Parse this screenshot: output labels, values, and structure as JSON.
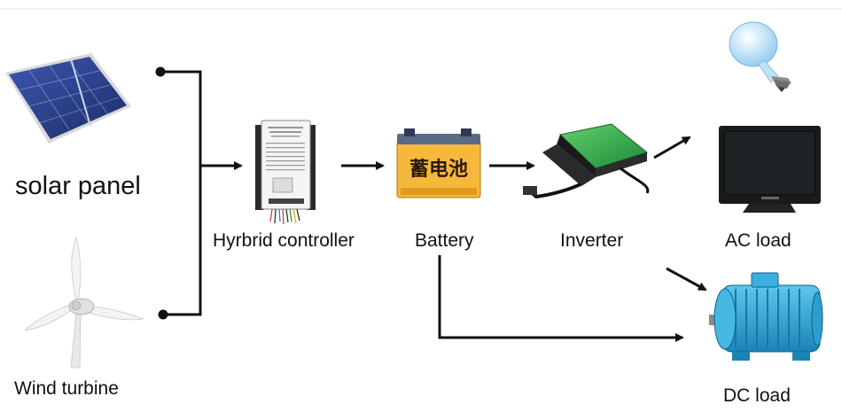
{
  "labels": {
    "solar_panel": "solar panel",
    "wind_turbine": "Wind turbine",
    "controller": "Hyrbrid controller",
    "battery": "Battery",
    "inverter": "Inverter",
    "ac_load": "AC load",
    "dc_load": "DC load"
  },
  "battery_chinese_text": "蓄电池",
  "colors": {
    "line": "#111111",
    "solar_cell": "#2b3f8a",
    "battery_body": "#f5b83a",
    "inverter_green": "#2ea84a",
    "motor_blue": "#2aa5d6",
    "tv_frame": "#1a1a1a",
    "bulb": "#bfe3f7"
  },
  "icons": [
    "solar-panel-icon",
    "wind-turbine-icon",
    "controller-icon",
    "battery-icon",
    "inverter-icon",
    "light-bulb-icon",
    "tv-icon",
    "motor-icon"
  ]
}
